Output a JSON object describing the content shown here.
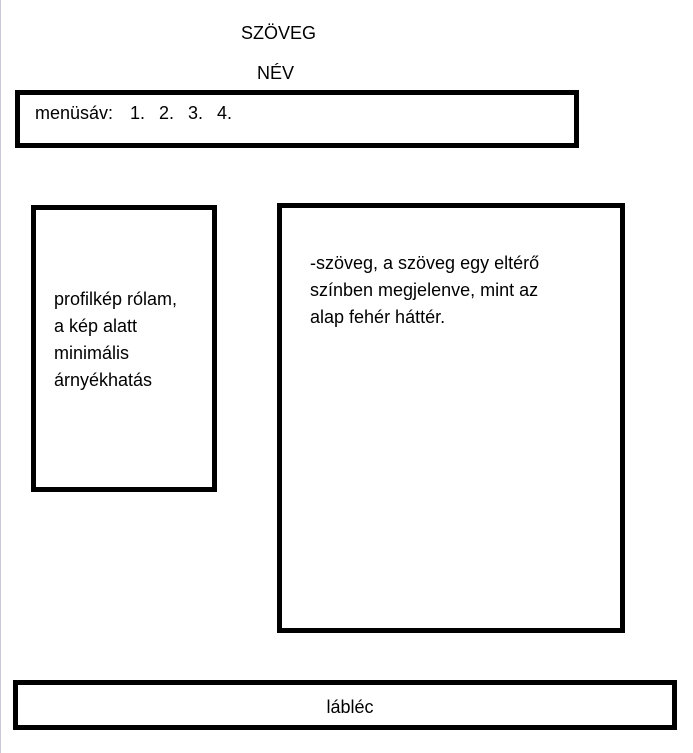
{
  "header": {
    "title": "SZÖVEG",
    "name": "NÉV"
  },
  "menu": {
    "label": "menüsáv:",
    "items": [
      "1.",
      "2.",
      "3.",
      "4."
    ]
  },
  "profile": {
    "lines": [
      "profilkép rólam,",
      "a kép alatt",
      "minimális",
      "árnyékhatás"
    ]
  },
  "content": {
    "lines": [
      "-szöveg, a szöveg egy   eltérő",
      "színben megjelenve, mint az",
      "alap fehér háttér."
    ]
  },
  "footer": {
    "label": "lábléc"
  }
}
